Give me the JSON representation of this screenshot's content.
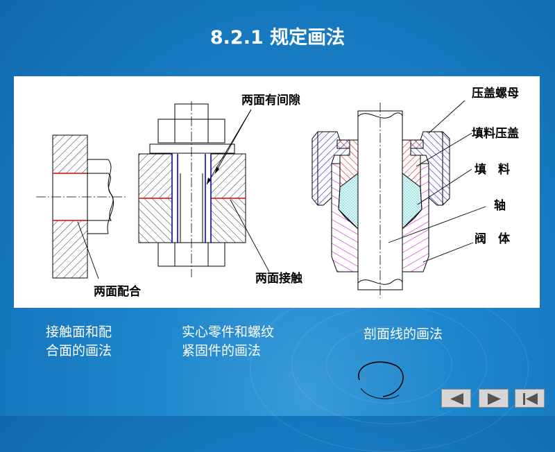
{
  "slide": {
    "title": "8.2.1 规定画法"
  },
  "figure": {
    "labels": {
      "gap_two_faces": "两面有间隙",
      "contact_two_faces": "两面接触",
      "fit_two_faces": "两面配合",
      "gland_nut": "压盖螺母",
      "packing_gland": "填料压盖",
      "packing": "填　料",
      "shaft": "轴",
      "valve_body": "阀　体"
    }
  },
  "captions": {
    "contact_fit": [
      "接触面和配",
      "合面的画法"
    ],
    "solid_fastener": [
      "实心零件和螺纹",
      "紧固件的画法"
    ],
    "hatching": [
      "剖面线的画法"
    ]
  },
  "colors": {
    "background": "#1a7ec4",
    "panel": "#ffffff",
    "contact_red": "#e00000",
    "bolt_blue": "#0000dd",
    "hatch_blue": "#1a1acc",
    "hatch_red": "#d81818",
    "hatch_magenta": "#cc22cc",
    "packing_cyan": "#55cccc"
  },
  "nav": {
    "prev_icon": "triangle-left-icon",
    "next_icon": "triangle-right-icon",
    "first_icon": "skip-to-start-icon"
  }
}
